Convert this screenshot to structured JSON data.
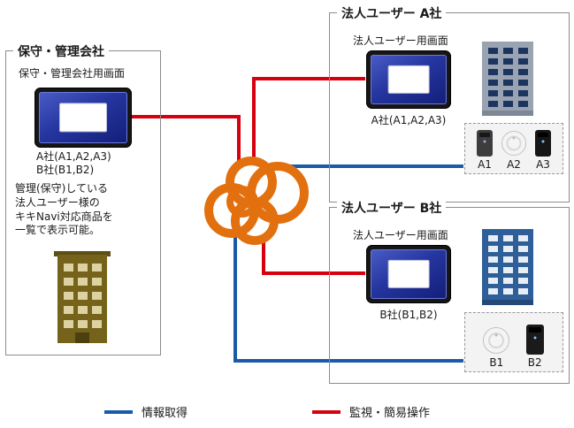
{
  "colors": {
    "info_line": "#1a5aa8",
    "control_line": "#d7000f",
    "cloud": "#e2700e"
  },
  "management": {
    "title": "保守・管理会社",
    "screen_label": "保守・管理会社用画面",
    "companies": [
      "A社(A1,A2,A3)",
      "B社(B1,B2)"
    ],
    "note": "管理(保守)している\n法人ユーザー様の\nキキNavi対応商品を\n一覧で表示可能。"
  },
  "company_a": {
    "title": "法人ユーザー A社",
    "screen_label": "法人ユーザー用画面",
    "caption": "A社(A1,A2,A3)",
    "devices": [
      "A1",
      "A2",
      "A3"
    ]
  },
  "company_b": {
    "title": "法人ユーザー B社",
    "screen_label": "法人ユーザー用画面",
    "caption": "B社(B1,B2)",
    "devices": [
      "B1",
      "B2"
    ]
  },
  "legend": {
    "items": [
      {
        "label": "情報取得",
        "color": "#1a5aa8"
      },
      {
        "label": "監視・簡易操作",
        "color": "#d7000f"
      }
    ]
  },
  "icons": {
    "cloud": "knot-cloud-icon",
    "monitor": "monitor-screen-icon",
    "building": "office-building-icon",
    "device_tall": "appliance-tower-icon",
    "device_round": "appliance-round-icon"
  }
}
